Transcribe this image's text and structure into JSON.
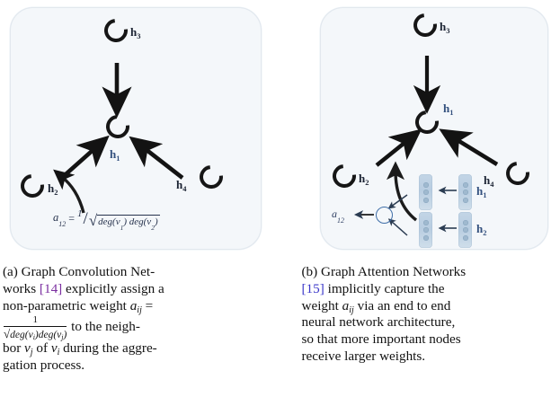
{
  "figure": {
    "panel_a": {
      "id": "a",
      "nodes": [
        {
          "name": "h3",
          "label": "h",
          "sub": "3"
        },
        {
          "name": "h1",
          "label": "h",
          "sub": "1"
        },
        {
          "name": "h2",
          "label": "h",
          "sub": "2"
        },
        {
          "name": "h4",
          "label": "h",
          "sub": "4"
        }
      ],
      "formula": {
        "alpha": "a",
        "alpha_sub": "12",
        "equals": "=",
        "numerator": "1",
        "slash": "/",
        "radical": "√",
        "denominator_1": "deg(v",
        "denominator_1_sub": "1",
        "denominator_mid": ") deg(v",
        "denominator_2_sub": "2",
        "denominator_end": ")"
      },
      "arrow_count": 3
    },
    "panel_b": {
      "id": "b",
      "nodes": [
        {
          "name": "h3",
          "label": "h",
          "sub": "3"
        },
        {
          "name": "h1",
          "label": "h",
          "sub": "1"
        },
        {
          "name": "h2",
          "label": "h",
          "sub": "2"
        },
        {
          "name": "h4",
          "label": "h",
          "sub": "4"
        }
      ],
      "attention": {
        "alpha": "a",
        "alpha_sub": "12",
        "vector_labels": [
          {
            "label": "h",
            "sub": "1"
          },
          {
            "label": "h",
            "sub": "2"
          }
        ],
        "vector_block_dots": 3,
        "vector_pairs": 2
      },
      "arrow_count": 3
    }
  },
  "captions": {
    "a": {
      "marker": "(a)",
      "text_1": "Graph Convolution Net-",
      "text_2_pre": "works ",
      "cite": "[14]",
      "text_2_post": " explicitly assign a",
      "text_3": "non-parametric weight ",
      "var": "a",
      "var_sub": "ij",
      "equals": "=",
      "frac_num": "1",
      "frac_rad": "√",
      "frac_den": "deg(v",
      "frac_den_sub1": "i",
      "frac_den_mid": ")deg(v",
      "frac_den_sub2": "j",
      "frac_den_end": ")",
      "text_4": " to the neigh-",
      "text_5_pre": "bor ",
      "var_vj": "v",
      "var_vj_sub": "j",
      "text_5_mid": " of ",
      "var_vi": "v",
      "var_vi_sub": "i",
      "text_5_post": " during the aggre-",
      "text_6": "gation process."
    },
    "b": {
      "marker": "(b)",
      "text_1": " Graph Attention Networks",
      "cite": "[15]",
      "text_2": " implicitly capture the",
      "text_3_pre": "weight ",
      "var": "a",
      "var_sub": "ij",
      "text_3_post": " via an end to end",
      "text_4": "neural network architecture,",
      "text_5": "so that more important nodes",
      "text_6": "receive larger weights."
    }
  },
  "colors": {
    "panel_bg": "#f4f7fa",
    "panel_border": "#e2e8ee",
    "node_stroke": "#161616",
    "label_blue": "#2f3f63",
    "cite_purple": "#7b2fa0",
    "cite_blue": "#3b37c9",
    "vector_block": "#bcd0e3",
    "attention_circle": "#3f6ea8"
  }
}
